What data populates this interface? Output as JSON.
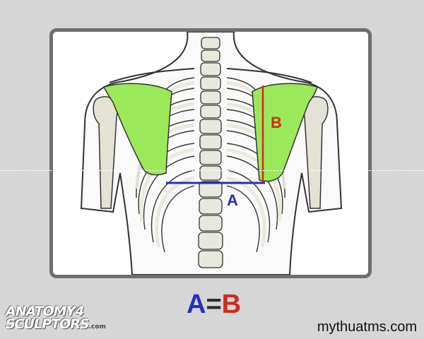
{
  "labels": {
    "b_marker": "B",
    "a_marker": "A"
  },
  "equation": {
    "left": "A",
    "equals": "=",
    "right": "B"
  },
  "watermark": {
    "line1": "ANATOMY4",
    "line2": "SCULPTORS",
    "domain": ".com"
  },
  "site": "mythuatms.com",
  "colors": {
    "scapula": "#9be85a",
    "bone": "#e9e8dc",
    "a_line": "#2530b8",
    "b_line": "#d22b1e"
  }
}
